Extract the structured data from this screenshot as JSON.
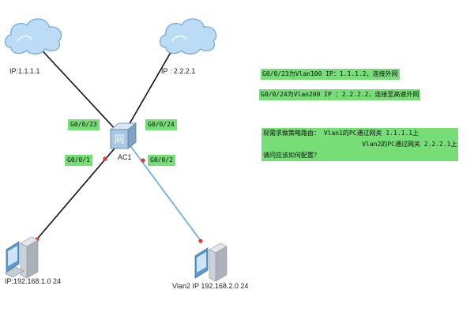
{
  "colors": {
    "highlight": "#77dd77",
    "cloud_fill": "#bcdcf6",
    "cloud_stroke": "#6aa6d8",
    "black_link": "#111111",
    "blue_link": "#6ab0e0",
    "endpoint": "#e03a2e"
  },
  "clouds": [
    {
      "name": "cloud-isp1",
      "label": "IP:1.1.1.1"
    },
    {
      "name": "cloud-isp2",
      "label": "IP : 2.2.2.1"
    }
  ],
  "switch": {
    "label": "AC1",
    "icon": "switch-icon",
    "glyph": "囘"
  },
  "ports": {
    "g0_0_23": "G0/0/23",
    "g0_0_24": "G0/0/24",
    "g0_0_1": "G0/0/1",
    "g0_0_2": "G0/0/2"
  },
  "hosts": [
    {
      "name": "pc-vlan1",
      "label": "IP:192.168.1.0 24",
      "icon": "pc-icon"
    },
    {
      "name": "pc-vlan2",
      "label": "Vlan2 IP 192.168.2.0 24",
      "icon": "pc-icon"
    }
  ],
  "notes": {
    "uplink1": "G0/0/23为Vlan100 IP：1.1.1.2，连接外网",
    "uplink2": "G0/0/24为Vlan200 IP ：2.2.2.2，连接至高速外网",
    "question": "现需求做策略路由： Vlan1的PC通过网关 1.1.1.1上\n                          Vlan2的PC通过网关 2.2.2.1上\n请问应该如何配置？"
  }
}
